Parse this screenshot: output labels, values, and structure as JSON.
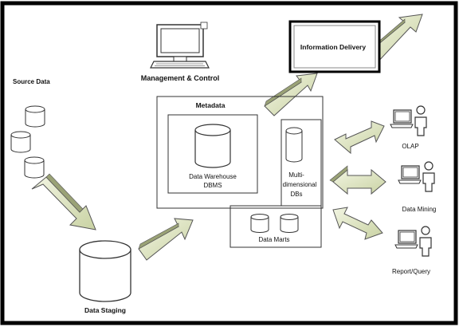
{
  "labels": {
    "source_data": "Source Data",
    "management_control": "Management & Control",
    "information_delivery": "Information Delivery",
    "metadata": "Metadata",
    "dw_line1": "Data Warehouse",
    "dw_line2": "DBMS",
    "multi_line1": "Multi-",
    "multi_line2": "dimensional",
    "multi_line3": "DBs",
    "data_marts": "Data Marts",
    "data_staging": "Data Staging",
    "olap": "OLAP",
    "data_mining": "Data Mining",
    "report_query": "Report/Query"
  },
  "colors": {
    "arrow_fill": "#dfe6c2",
    "arrow_stroke": "#555555",
    "frame": "#000000",
    "info_box_border": "#888888"
  },
  "icons": {
    "management": "computer-icon",
    "users": "user-at-computer-icon",
    "databases": "database-cylinder-icon"
  }
}
